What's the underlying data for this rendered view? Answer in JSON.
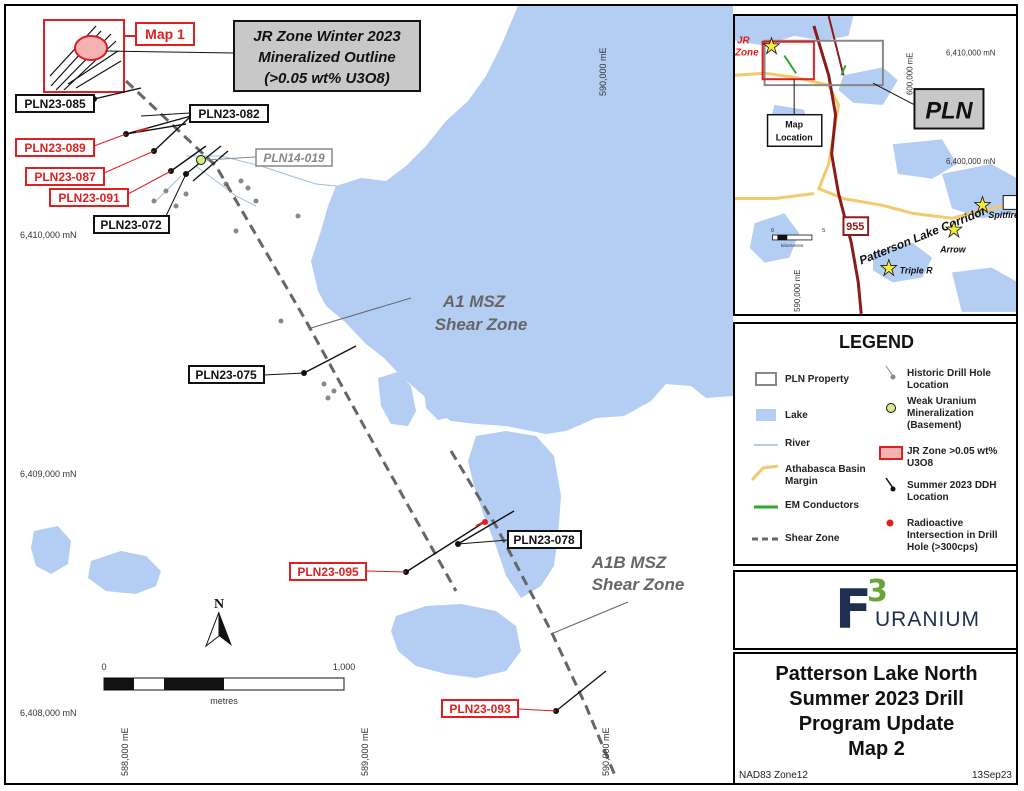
{
  "map": {
    "callout_map1": "Map 1",
    "callout_jr": {
      "line1": "JR Zone Winter 2023",
      "line2": "Mineralized Outline",
      "line3": "(>0.05 wt% U3O8)"
    },
    "shear_a1": {
      "line1": "A1 MSZ",
      "line2": "Shear Zone"
    },
    "shear_a1b": {
      "line1": "A1B MSZ",
      "line2": "Shear Zone"
    },
    "northings": [
      "6,410,000 mN",
      "6,409,000 mN",
      "6,408,000 mN"
    ],
    "eastings": [
      "588,000 mE",
      "589,000 mE",
      "590,000 mE"
    ],
    "top_easting": "590,000 mE",
    "north_arrow": "N",
    "scale": {
      "left": "0",
      "right": "1,000",
      "unit": "metres"
    },
    "holes": [
      {
        "id": "PLN23-085",
        "type": "black"
      },
      {
        "id": "PLN23-082",
        "type": "black"
      },
      {
        "id": "PLN23-089",
        "type": "red"
      },
      {
        "id": "PLN23-087",
        "type": "red"
      },
      {
        "id": "PLN23-091",
        "type": "red"
      },
      {
        "id": "PLN14-019",
        "type": "grey"
      },
      {
        "id": "PLN23-072",
        "type": "black"
      },
      {
        "id": "PLN23-075",
        "type": "black"
      },
      {
        "id": "PLN23-078",
        "type": "black"
      },
      {
        "id": "PLN23-095",
        "type": "red"
      },
      {
        "id": "PLN23-093",
        "type": "red"
      }
    ]
  },
  "inset": {
    "jr_zone": {
      "line1": "JR",
      "line2": "Zone"
    },
    "northings": [
      "6,410,000 mN",
      "6,400,000 mN"
    ],
    "eastings": [
      "600,000 mE",
      "590,000 mE"
    ],
    "map_location": {
      "line1": "Map",
      "line2": "Location"
    },
    "pln": "PLN",
    "corridor": "Patterson Lake Corridor",
    "highway": "955",
    "deposits": [
      "Spitfire",
      "Arrow",
      "Triple R"
    ],
    "scale": {
      "left": "0",
      "right": "5",
      "unit": "kilometres"
    }
  },
  "legend": {
    "title": "LEGEND",
    "items": [
      {
        "label": "PLN Property"
      },
      {
        "label": "Lake"
      },
      {
        "label": "River"
      },
      {
        "label": "Athabasca Basin Margin"
      },
      {
        "label": "EM Conductors"
      },
      {
        "label": "Shear Zone"
      },
      {
        "label": "Historic Drill Hole Location"
      },
      {
        "label": "Weak Uranium Mineralization (Basement)"
      },
      {
        "label": "JR Zone >0.05 wt% U3O8"
      },
      {
        "label": "Summer 2023 DDH Location"
      },
      {
        "label": "Radioactive Intersection in Drill Hole (>300cps)"
      }
    ]
  },
  "logo": {
    "f": "F",
    "three": "3",
    "word": "URANIUM"
  },
  "title": {
    "line1": "Patterson Lake North",
    "line2": "Summer 2023 Drill",
    "line3": "Program Update",
    "line4": "Map 2"
  },
  "footer": {
    "datum": "NAD83 Zone12",
    "date": "13Sep23"
  },
  "colors": {
    "lake": "#b3cdf3",
    "red": "#e02020",
    "black": "#111111",
    "shear": "#666666",
    "river": "#9ec0dc",
    "basin": "#f2c96b",
    "em": "#2eaa2e",
    "highway": "#8b1a1a",
    "logo_navy": "#1e2f4f",
    "logo_green": "#6aa33a"
  }
}
